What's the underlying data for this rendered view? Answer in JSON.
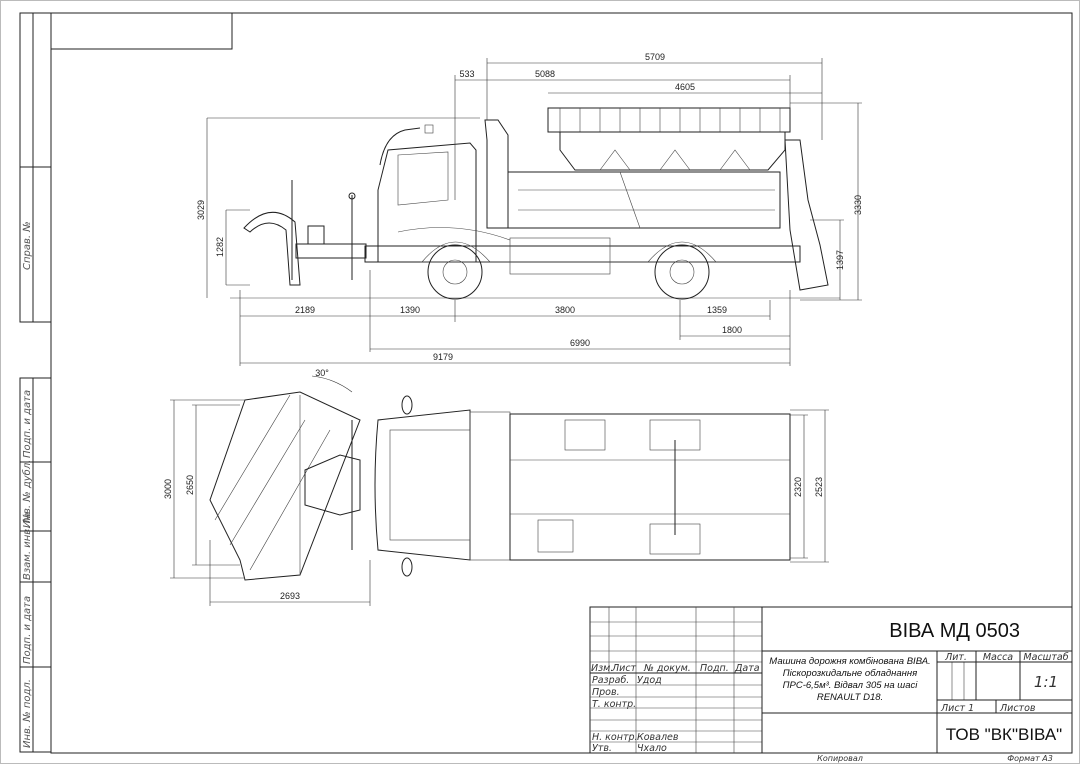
{
  "title_block": {
    "designation": "ВІВА МД 0503",
    "description": [
      "Машина дорожня комбінована ВІВА.",
      "Піскорозкидальне обладнання",
      "ПРС-6,5м³. Відвал 305 на шасі",
      "RENAULT D18."
    ],
    "header": {
      "izm": "Изм.",
      "list": "Лист",
      "doc_no": "№ докум.",
      "sign": "Подп.",
      "date": "Дата"
    },
    "roles": [
      {
        "role": "Разраб.",
        "name": "Удод"
      },
      {
        "role": "Пров.",
        "name": ""
      },
      {
        "role": "Т. контр.",
        "name": ""
      },
      {
        "role": "Н. контр.",
        "name": "Ковалев"
      },
      {
        "role": "Утв.",
        "name": "Чхало"
      }
    ],
    "lit_label": "Лит.",
    "mass_label": "Масса",
    "scale_label": "Масштаб",
    "scale_value": "1:1",
    "sheet": "Лист 1",
    "sheets": "Листов",
    "company": "ТОВ \"ВК\"ВІВА\"",
    "copied": "Копировал",
    "format": "Формат А3"
  },
  "side_strip": {
    "sprav": "Справ. №",
    "podp_data_1": "Подп. и дата",
    "inv_dubl": "Инв. № дубл.",
    "vzam_inv": "Взам. инв. №",
    "podp_data_2": "Подп. и дата",
    "inv_podl": "Инв. № подл."
  },
  "side_view_dims": {
    "overall_body": "5709",
    "cab_gap": "533",
    "body_len": "5088",
    "hopper_len": "4605",
    "height_cab": "3029",
    "plow_height": "1282",
    "height_total": "3330",
    "rear_height": "1397",
    "plow_overhang": "2189",
    "front_overhang": "1390",
    "wheelbase": "3800",
    "rear_overhang": "1359",
    "rear_to_end": "1800",
    "chassis_len": "6990",
    "total_len": "9179"
  },
  "top_view_dims": {
    "angle": "30°",
    "plow_width": "3000",
    "plow_width_angled": "2650",
    "plow_depth": "2693",
    "body_width": "2320",
    "overall_width": "2523"
  }
}
